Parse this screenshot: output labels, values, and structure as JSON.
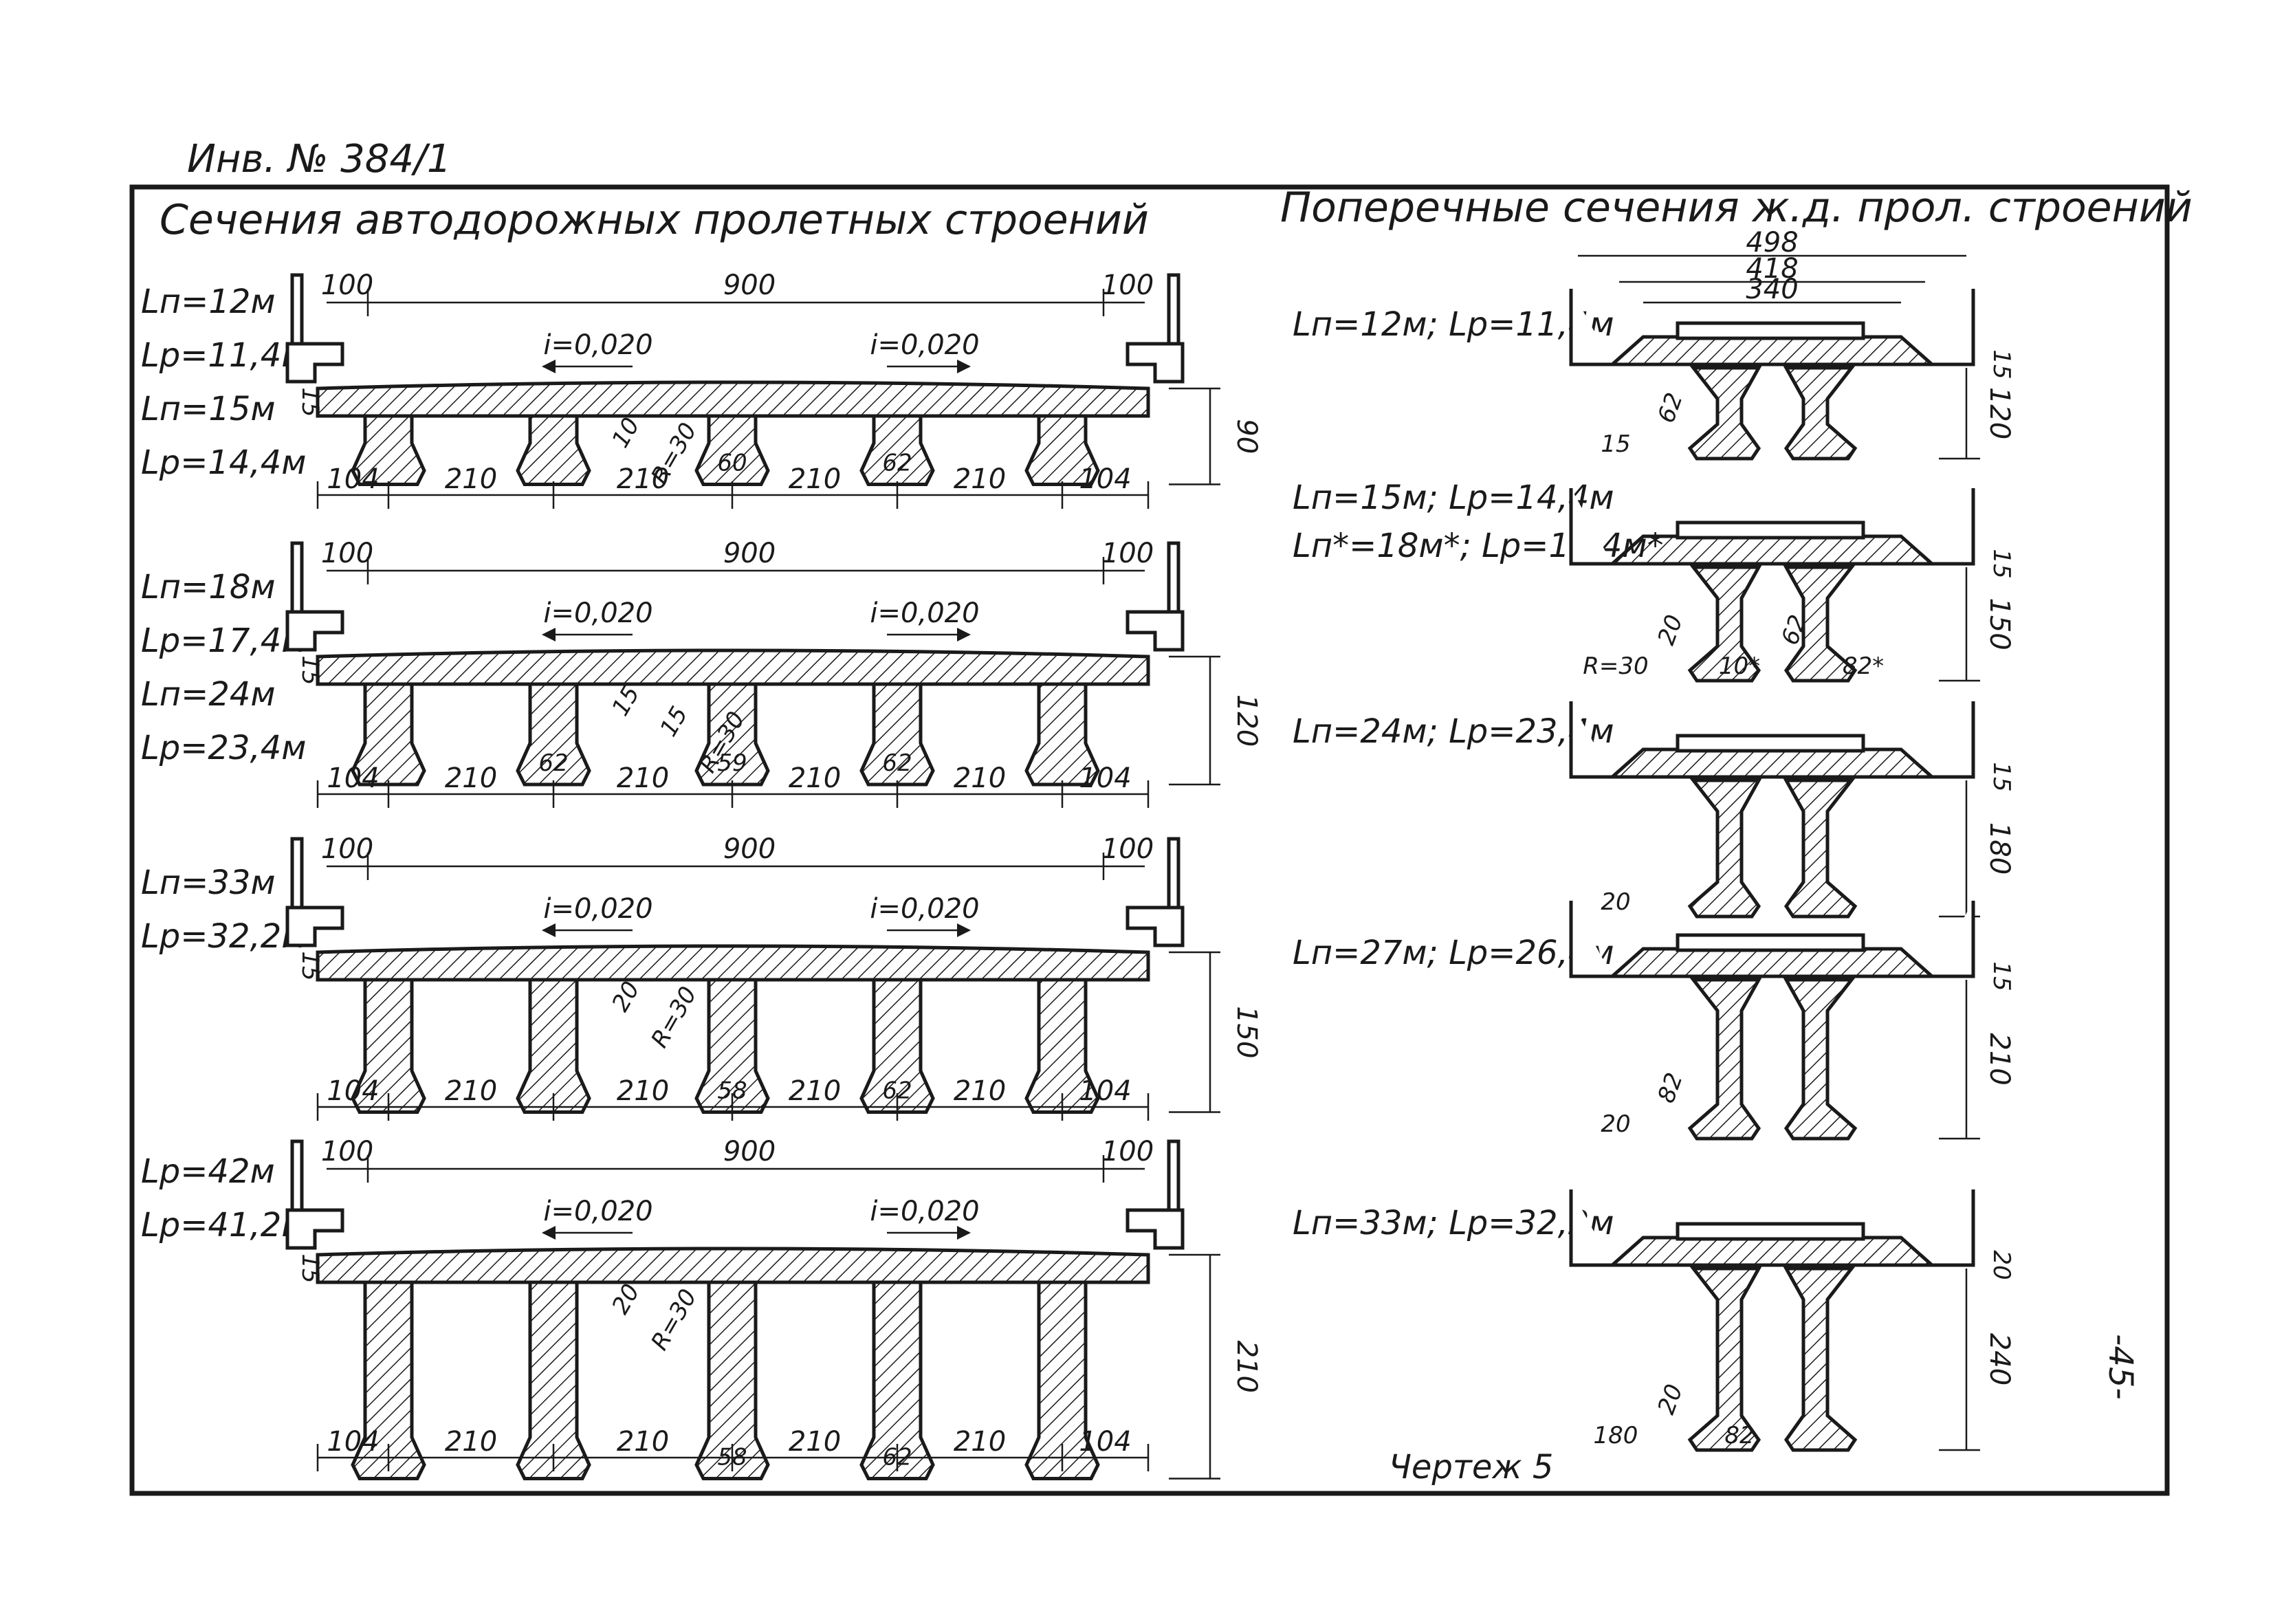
{
  "inventory_number": "Инв. № 384/1",
  "left_title": "Сечения автодорожных пролетных строений",
  "right_title": "Поперечные сечения ж.д. прол. строений",
  "drawing_label": "Чертеж 5",
  "page_number": "-45-",
  "road_sections": [
    {
      "span_labels": [
        "Lп=12м",
        "Lр=11,4м",
        "Lп=15м",
        "Lр=14,4м"
      ],
      "top_dims": [
        "100",
        "900",
        "100"
      ],
      "slopes": [
        "i=0,020",
        "i=0,020"
      ],
      "bottom_dims": [
        "104",
        "210",
        "210",
        "210",
        "210",
        "104"
      ],
      "rib_dims": [
        "60",
        "62"
      ],
      "extra_dims": [
        "10",
        "R=30"
      ],
      "depth": "90",
      "deck": "15",
      "depth_value": 90
    },
    {
      "span_labels": [
        "Lп=18м",
        "Lр=17,4м",
        "Lп=24м",
        "Lр=23,4м"
      ],
      "top_dims": [
        "100",
        "900",
        "100"
      ],
      "slopes": [
        "i=0,020",
        "i=0,020"
      ],
      "bottom_dims": [
        "104",
        "210",
        "210",
        "210",
        "210",
        "104"
      ],
      "rib_dims": [
        "59",
        "62",
        "62"
      ],
      "extra_dims": [
        "15",
        "15",
        "R=30"
      ],
      "depth": "120",
      "deck": "15",
      "depth_value": 120
    },
    {
      "span_labels": [
        "Lп=33м",
        "Lр=32,2м"
      ],
      "top_dims": [
        "100",
        "900",
        "100"
      ],
      "slopes": [
        "i=0,020",
        "i=0,020"
      ],
      "bottom_dims": [
        "104",
        "210",
        "210",
        "210",
        "210",
        "104"
      ],
      "rib_dims": [
        "58",
        "62"
      ],
      "extra_dims": [
        "20",
        "R=30"
      ],
      "depth": "150",
      "deck": "15",
      "depth_value": 150
    },
    {
      "span_labels": [
        "Lр=42м",
        "Lр=41,2м"
      ],
      "top_dims": [
        "100",
        "900",
        "100"
      ],
      "slopes": [
        "i=0,020",
        "i=0,020"
      ],
      "bottom_dims": [
        "104",
        "210",
        "210",
        "210",
        "210",
        "104"
      ],
      "rib_dims": [
        "58",
        "62"
      ],
      "extra_dims": [
        "20",
        "R=30"
      ],
      "depth": "210",
      "deck": "15",
      "depth_value": 210
    }
  ],
  "rail_sections": [
    {
      "span_label": "Lп=12м; Lр=11,4м",
      "top_dims": [
        "498",
        "418",
        "340"
      ],
      "depth": "120",
      "deck": "15",
      "extra_dims": [
        "15",
        "62"
      ],
      "depth_value": 120
    },
    {
      "span_label": "Lп=15м; Lр=14,4м",
      "span_label_2": "Lп*=18м*; Lр=17,4м*",
      "top_dims": [],
      "depth": "150",
      "deck": "15",
      "extra_dims": [
        "R=30",
        "20",
        "10*",
        "62",
        "82*"
      ],
      "depth_value": 150
    },
    {
      "span_label": "Lп=24м; Lр=23,4м",
      "top_dims": [],
      "depth": "180",
      "deck": "15",
      "extra_dims": [
        "20"
      ],
      "depth_value": 180
    },
    {
      "span_label": "Lп=27м; Lр=26,4м",
      "top_dims": [],
      "depth": "210",
      "deck": "15",
      "extra_dims": [
        "20",
        "82"
      ],
      "depth_value": 210
    },
    {
      "span_label": "Lп=33м; Lр=32,2м",
      "top_dims": [],
      "depth": "240",
      "deck": "20",
      "extra_dims": [
        "180",
        "20",
        "82"
      ],
      "depth_value": 240
    }
  ]
}
